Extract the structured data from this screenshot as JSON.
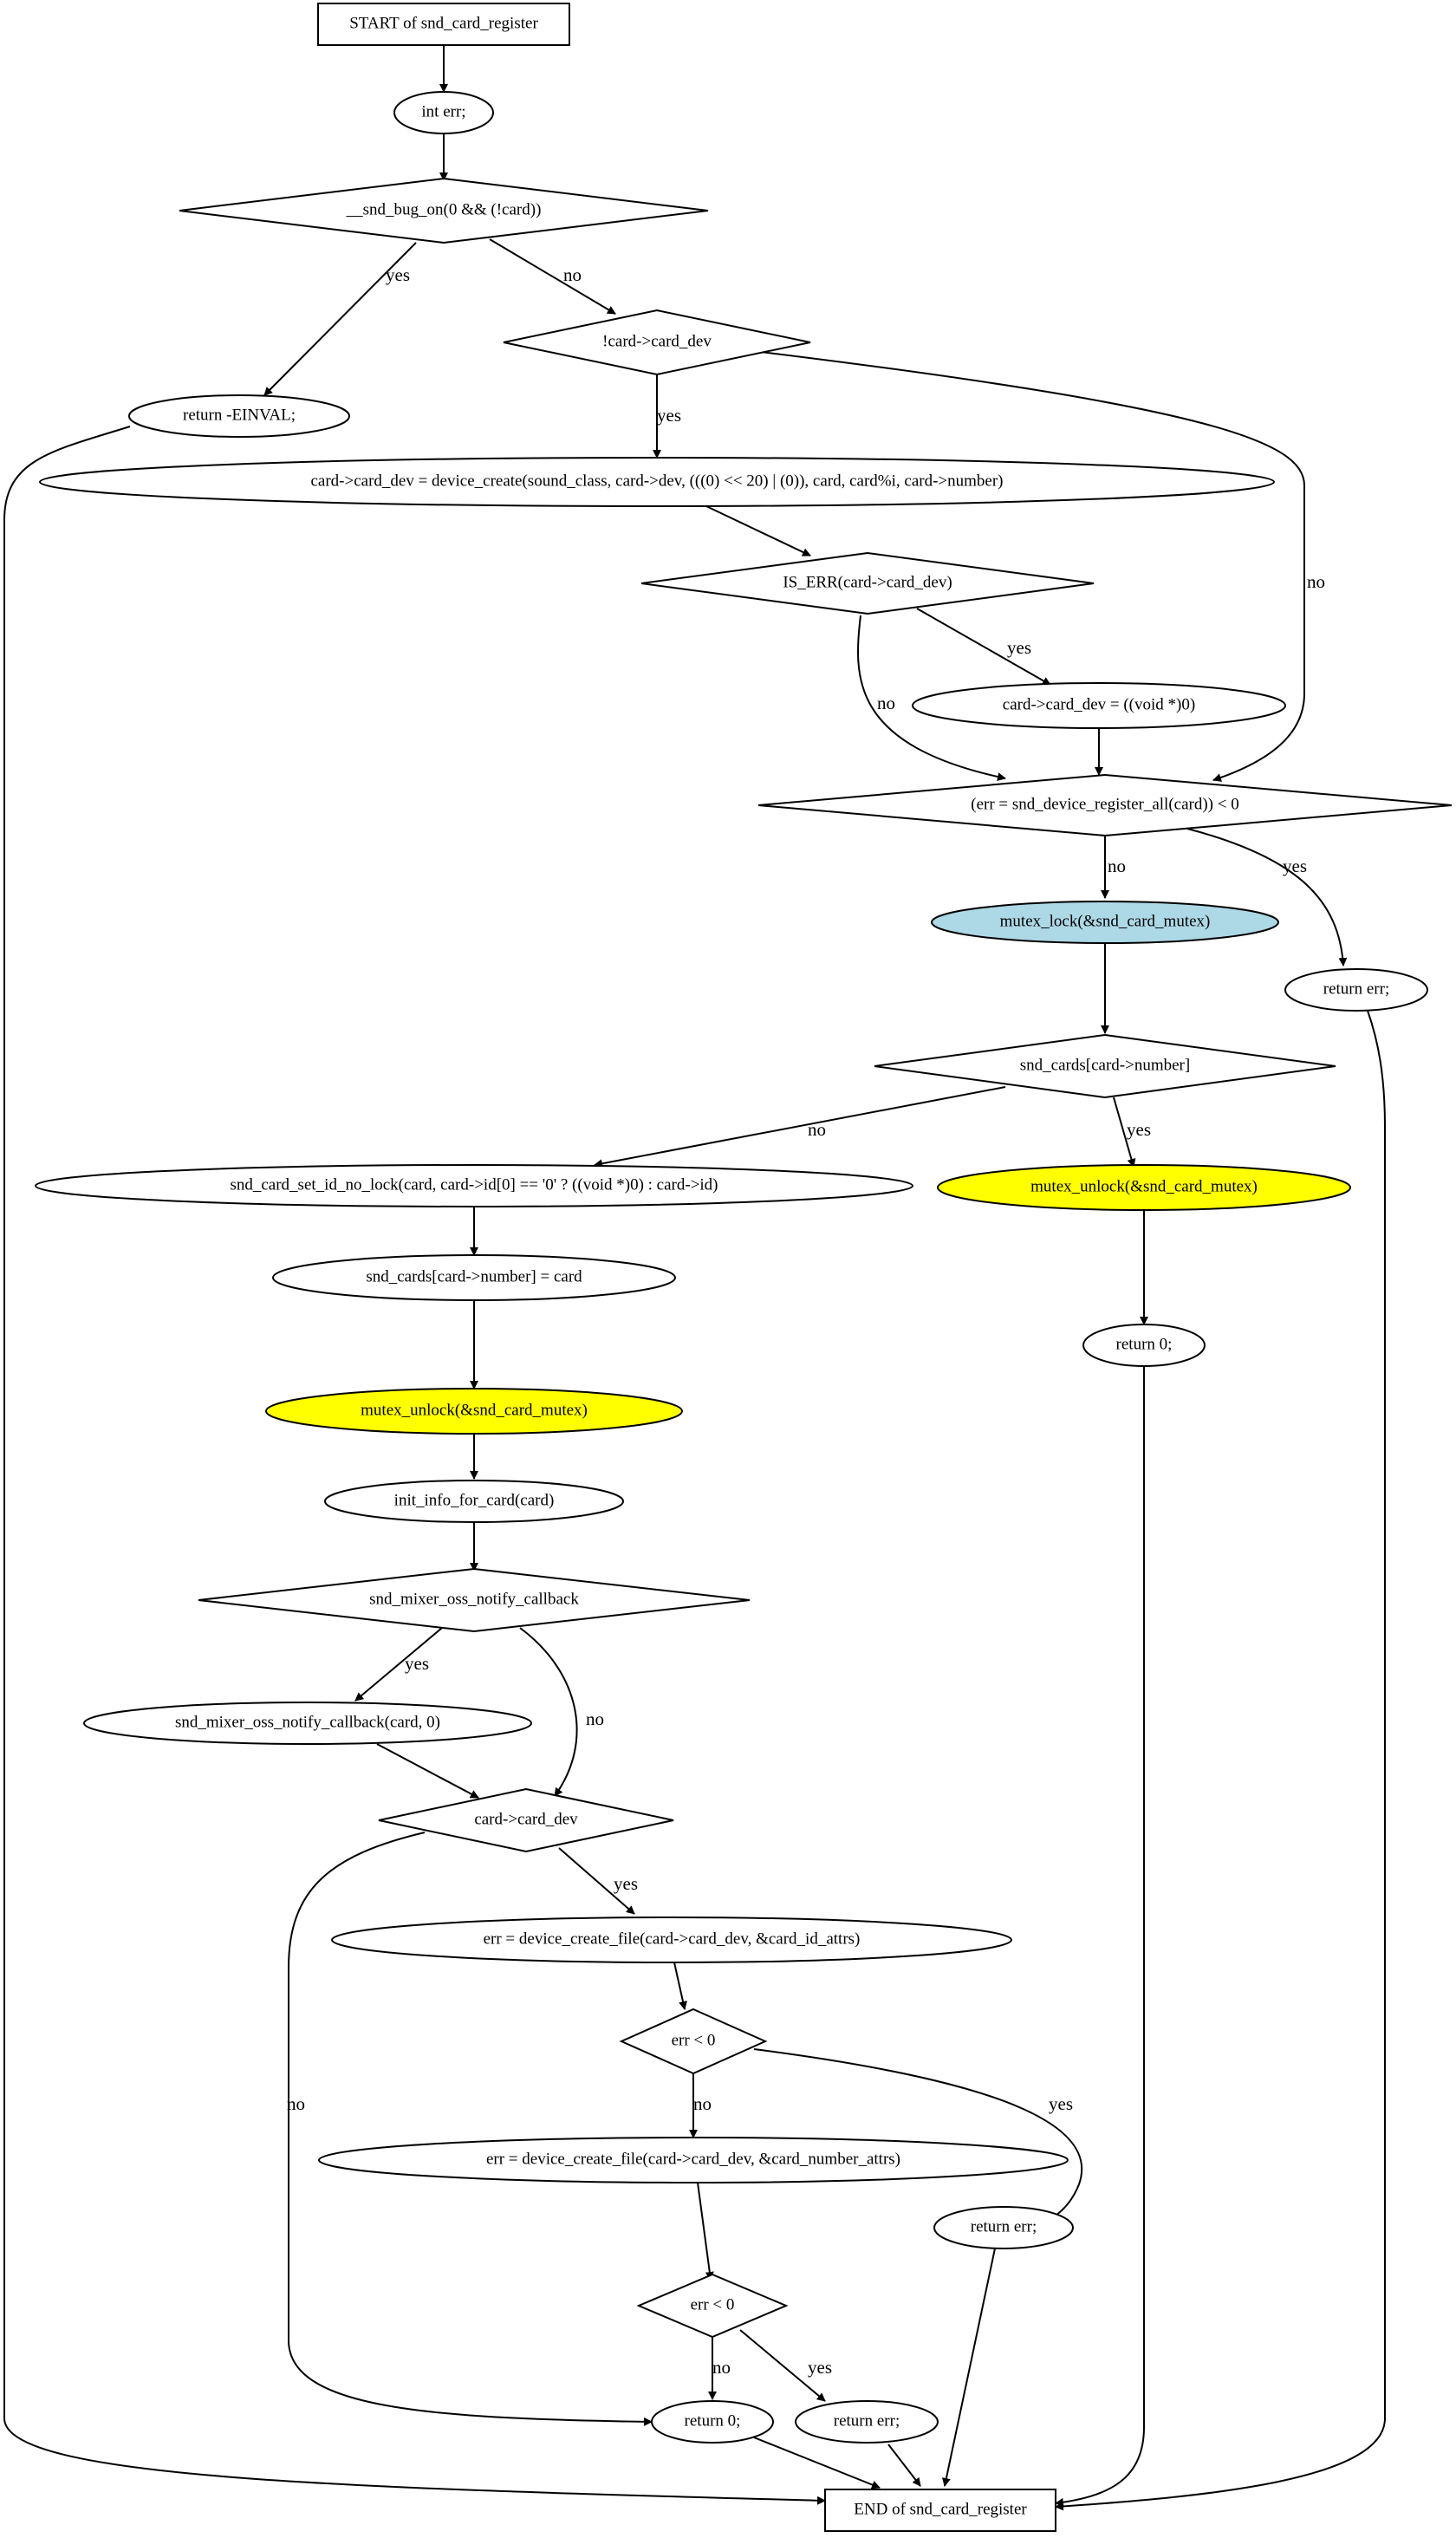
{
  "nodes": {
    "start": "START of snd_card_register",
    "int_err": "int err;",
    "bug_on": "__snd_bug_on(0 && (!card))",
    "return_einval": "return -EINVAL;",
    "not_card_dev": "!card->card_dev",
    "device_create": "card->card_dev = device_create(sound_class, card->dev, (((0) << 20) | (0)), card, card%i, card->number)",
    "is_err": "IS_ERR(card->card_dev)",
    "card_dev_null": "card->card_dev = ((void *)0)",
    "register_all": "(err = snd_device_register_all(card)) < 0",
    "mutex_lock": "mutex_lock(&snd_card_mutex)",
    "return_err_1": "return err;",
    "snd_cards_check": "snd_cards[card->number]",
    "set_id": "snd_card_set_id_no_lock(card, card->id[0] == '0' ? ((void *)0) : card->id)",
    "mutex_unlock_1": "mutex_unlock(&snd_card_mutex)",
    "assign_card": "snd_cards[card->number] = card",
    "return_zero_1": "return 0;",
    "mutex_unlock_2": "mutex_unlock(&snd_card_mutex)",
    "init_info": "init_info_for_card(card)",
    "mixer_check": "snd_mixer_oss_notify_callback",
    "mixer_call": "snd_mixer_oss_notify_callback(card, 0)",
    "card_dev_check": "card->card_dev",
    "create_file_id": "err = device_create_file(card->card_dev, &card_id_attrs)",
    "err_check_1": "err < 0",
    "create_file_number": "err = device_create_file(card->card_dev, &card_number_attrs)",
    "return_err_2": "return err;",
    "err_check_2": "err < 0",
    "return_zero_2": "return 0;",
    "return_err_3": "return err;",
    "end": "END of snd_card_register"
  },
  "edge_labels": {
    "bug_on_yes": "yes",
    "bug_on_no": "no",
    "card_dev_yes": "yes",
    "card_dev_no": "no",
    "is_err_yes": "yes",
    "is_err_no": "no",
    "register_no": "no",
    "register_yes": "yes",
    "cards_no": "no",
    "cards_yes": "yes",
    "mixer_yes": "yes",
    "mixer_no": "no",
    "cdev_yes": "yes",
    "cdev_no": "no",
    "err1_no": "no",
    "err1_yes": "yes",
    "err2_no": "no",
    "err2_yes": "yes"
  },
  "colors": {
    "lock_fill": "#add8e6",
    "unlock_fill": "#ffff00"
  }
}
